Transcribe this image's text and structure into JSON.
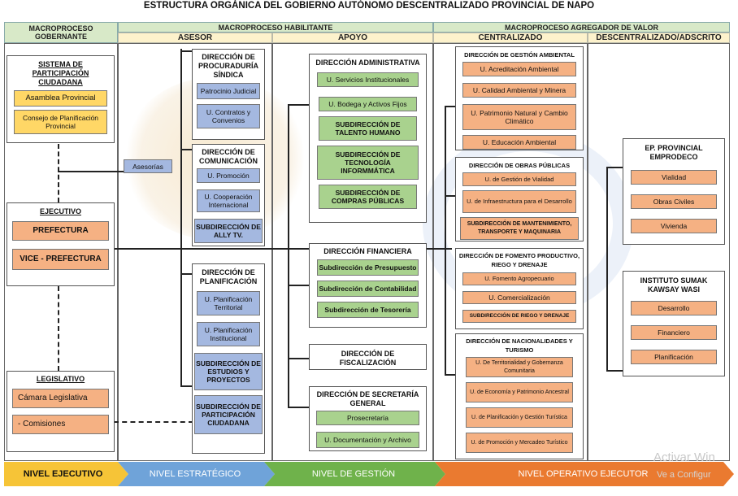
{
  "title": "ESTRUCTURA ORGÁNICA DEL GOBIERNO AUTÓNOMO DESCENTRALIZADO PROVINCIAL DE NAPO",
  "headers": {
    "gobernante": "MACROPROCESO GOBERNANTE",
    "habilitante": "MACROPROCESO HABILITANTE",
    "agregador": "MACROPROCESO AGREGADOR DE VALOR",
    "asesor": "ASESOR",
    "apoyo": "APOYO",
    "centralizado": "CENTRALIZADO",
    "descentralizado": "DESCENTRALIZADO/ADSCRITO"
  },
  "gobernante": {
    "sistema": {
      "title": "SISTEMA DE PARTICIPACIÓN CIUDADANA",
      "items": [
        "Asamblea Provincial",
        "Consejo de Planificación Provincial"
      ]
    },
    "ejecutivo": {
      "title": "EJECUTIVO",
      "items": [
        "PREFECTURA",
        "VICE - PREFECTURA"
      ]
    },
    "legislativo": {
      "title": "LEGISLATIVO",
      "items": [
        "Cámara Legislativa",
        "- Comisiones"
      ]
    }
  },
  "asesor": {
    "asesorias": "Asesorías",
    "procuraduria": {
      "title": "DIRECCIÓN DE PROCURADURÍA SÍNDICA",
      "items": [
        "Patrocinio Judicial",
        "U. Contratos y Convenios"
      ]
    },
    "comunicacion": {
      "title": "DIRECCIÓN DE COMUNICACIÓN",
      "items": [
        "U. Promoción",
        "U. Cooperación Internacional",
        "SUBDIRECCIÓN DE ALLY TV."
      ]
    },
    "planificacion": {
      "title": "DIRECCIÓN DE PLANIFICACIÓN",
      "items": [
        "U. Planificación Territorial",
        "U. Planificación Institucional",
        "SUBDIRECCIÓN DE ESTUDIOS Y PROYECTOS",
        "SUBDIRECCIÓN DE PARTICIPACIÓN CIUDADANA"
      ]
    }
  },
  "apoyo": {
    "administrativa": {
      "title": "DIRECCIÓN ADMINISTRATIVA",
      "items": [
        "U. Servicios Institucionales",
        "U. Bodega y Activos Fijos",
        "SUBDIRECCIÓN DE TALENTO HUMANO",
        "SUBDIRECCIÓN DE TECNOLOGÍA INFORMMÁTICA",
        "SUBDIRECCIÓN DE COMPRAS PÚBLICAS"
      ]
    },
    "financiera": {
      "title": "DIRECCIÓN FINANCIERA",
      "items": [
        "Subdirección de Presupuesto",
        "Subdirección de Contabilidad",
        "Subdirección de Tesorería"
      ]
    },
    "fiscalizacion": {
      "title": "DIRECCIÓN DE FISCALIZACIÓN"
    },
    "secretaria": {
      "title": "DIRECCIÓN DE SECRETARÍA GENERAL",
      "items": [
        "Prosecretaría",
        "U. Documentación y Archivo"
      ]
    }
  },
  "centralizado": {
    "ambiental": {
      "title": "DIRECCIÓN DE GESTIÓN AMBIENTAL",
      "items": [
        "U. Acreditación Ambiental",
        "U. Calidad Ambiental y Minera",
        "U. Patrimonio Natural y Cambio Climático",
        "U. Educación Ambiental"
      ]
    },
    "obras": {
      "title": "DIRECCIÓN DE OBRAS PÚBLICAS",
      "items": [
        "U. de Gestión de Vialidad",
        "U. de Infraestructura para el Desarrollo",
        "SUBDIRECCIÓN DE MANTENIMIENTO, TRANSPORTE Y MAQUINARIA"
      ]
    },
    "fomento": {
      "title": "DIRECCIÓN DE FOMENTO PRODUCTIVO, RIEGO Y DRENAJE",
      "items": [
        "U. Fomento Agropecuario",
        "U. Comercialización",
        "SUBDIRECCIÓN DE RIEGO Y DRENAJE"
      ]
    },
    "nacionalidades": {
      "title": "DIRECCIÓN DE NACIONALIDADES Y TURISMO",
      "items": [
        "U. De Territorialidad y Gobernanza Comunitaria",
        "U. de Economía y Patrimonio Ancestral",
        "U. de Planificación y Gestión Turística",
        "U. de Promoción y Mercadeo Turístico"
      ]
    }
  },
  "descentralizado": {
    "emprodeco": {
      "title": "EP. PROVINCIAL EMPRODECO",
      "items": [
        "Vialidad",
        "Obras Civiles",
        "Vivienda"
      ]
    },
    "sumak": {
      "title": "INSTITUTO SUMAK KAWSAY WASI",
      "items": [
        "Desarrollo",
        "Financiero",
        "Planificación"
      ]
    }
  },
  "levels": [
    "NIVEL EJECUTIVO",
    "NIVEL ESTRATÉGICO",
    "NIVEL DE GESTIÓN",
    "NIVEL OPERATIVO EJECUTOR"
  ],
  "watermark": {
    "activar": "Activar Win",
    "config": "Ve a Configur"
  },
  "colors": {
    "yellow": "#ffd766",
    "orange": "#f5b183",
    "blue": "#a4b8e0",
    "green": "#a9d28e",
    "header_green": "#d8e9c8",
    "header_yellow": "#fdf2cc"
  }
}
